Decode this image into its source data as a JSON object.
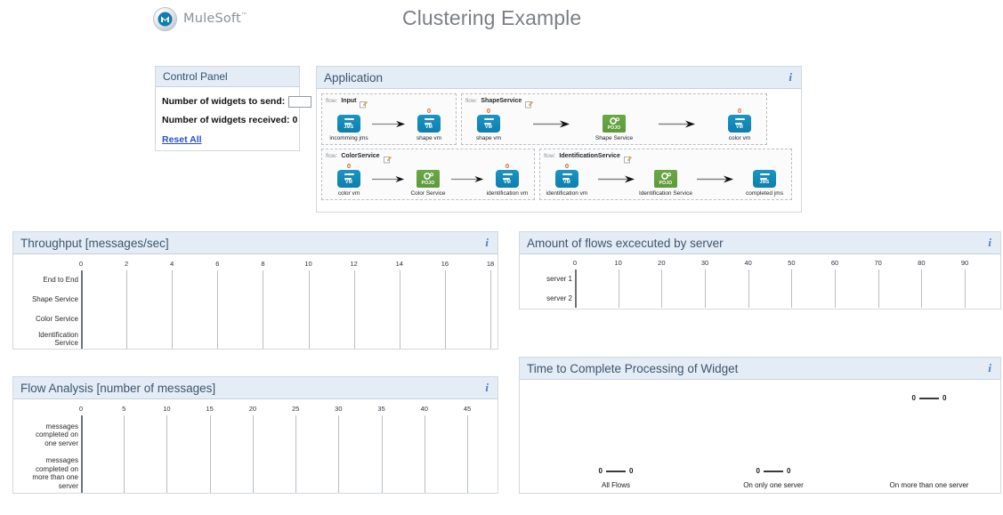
{
  "header": {
    "logo_text": "MuleSoft",
    "logo_tm": "™",
    "logo_icon": "mulesoft-m-logo",
    "title": "Clustering Example"
  },
  "control_panel": {
    "title": "Control Panel",
    "send_label": "Number of widgets to send:",
    "send_value": "",
    "send_placeholder": "",
    "send_button_icon": "play-triangle-icon",
    "received_label": "Number of widgets received: 0",
    "reset_link": "Reset All"
  },
  "application_panel": {
    "title": "Application",
    "info_icon": "info-icon",
    "flow_keyword": "flow:",
    "edit_icon": "pencil-edit-icon",
    "flows": [
      {
        "name": "Input",
        "nodes": [
          {
            "label": "incomming jms",
            "tag": "JMS",
            "kind": "blue",
            "count": "",
            "has_count": false
          },
          {
            "label": "shape vm",
            "tag": "VM",
            "kind": "blue",
            "count": "0",
            "has_count": true
          }
        ]
      },
      {
        "name": "ShapeService",
        "nodes": [
          {
            "label": "shape vm",
            "tag": "VM",
            "kind": "blue",
            "count": "0",
            "has_count": true
          },
          {
            "label": "Shape Service",
            "tag": "POJO",
            "kind": "green",
            "count": "",
            "has_count": false
          },
          {
            "label": "color vm",
            "tag": "VM",
            "kind": "blue",
            "count": "0",
            "has_count": true
          }
        ]
      },
      {
        "name": "ColorService",
        "nodes": [
          {
            "label": "color vm",
            "tag": "VM",
            "kind": "blue",
            "count": "0",
            "has_count": true
          },
          {
            "label": "Color Service",
            "tag": "POJO",
            "kind": "green",
            "count": "",
            "has_count": false
          },
          {
            "label": "identification vm",
            "tag": "VM",
            "kind": "blue",
            "count": "0",
            "has_count": true
          }
        ]
      },
      {
        "name": "IdentificationService",
        "nodes": [
          {
            "label": "identification vm",
            "tag": "VM",
            "kind": "blue",
            "count": "0",
            "has_count": true
          },
          {
            "label": "Identification Service",
            "tag": "POJO",
            "kind": "green",
            "count": "",
            "has_count": false
          },
          {
            "label": "completed jms",
            "tag": "JMS",
            "kind": "blue",
            "count": "",
            "has_count": false
          }
        ]
      }
    ]
  },
  "chart_data": [
    {
      "id": "throughput",
      "type": "bar",
      "title": "Throughput [messages/sec]",
      "info_icon": "info-icon",
      "orientation": "horizontal",
      "categories": [
        "End to End",
        "Shape Service",
        "Color Service",
        "Identification Service"
      ],
      "values": [
        0,
        0,
        0,
        0
      ],
      "ticks": [
        0,
        2,
        4,
        6,
        8,
        10,
        12,
        14,
        16,
        18
      ],
      "xlim": [
        0,
        18
      ],
      "xlabel": "",
      "ylabel": "",
      "grid": true
    },
    {
      "id": "flows-by-server",
      "type": "bar",
      "title": "Amount of flows excecuted by server",
      "info_icon": "info-icon",
      "orientation": "horizontal",
      "categories": [
        "server 1",
        "server 2"
      ],
      "values": [
        0,
        0
      ],
      "ticks": [
        0,
        10,
        20,
        30,
        40,
        50,
        60,
        70,
        80,
        90
      ],
      "xlim": [
        0,
        90
      ],
      "xlabel": "",
      "ylabel": "",
      "grid": true
    },
    {
      "id": "flow-analysis",
      "type": "bar",
      "title": "Flow Analysis [number of messages]",
      "info_icon": "info-icon",
      "orientation": "horizontal",
      "categories": [
        "messages completed on one server",
        "messages completed on more than one server"
      ],
      "values": [
        0,
        0
      ],
      "ticks": [
        0,
        5,
        10,
        15,
        20,
        25,
        30,
        35,
        40,
        45
      ],
      "xlim": [
        0,
        45
      ],
      "xlabel": "",
      "ylabel": "",
      "grid": true
    },
    {
      "id": "time-to-complete",
      "type": "range",
      "title": "Time to Complete Processing of Widget",
      "info_icon": "info-icon",
      "categories": [
        "All Flows",
        "On only one server",
        "On more than one server"
      ],
      "series": [
        {
          "name": "All Flows",
          "min": "0",
          "max": "0"
        },
        {
          "name": "On only one server",
          "min": "0",
          "max": "0"
        },
        {
          "name": "On more than one server",
          "min": "0",
          "max": "0"
        }
      ],
      "xlabel": "",
      "ylabel": "",
      "grid": false
    }
  ]
}
